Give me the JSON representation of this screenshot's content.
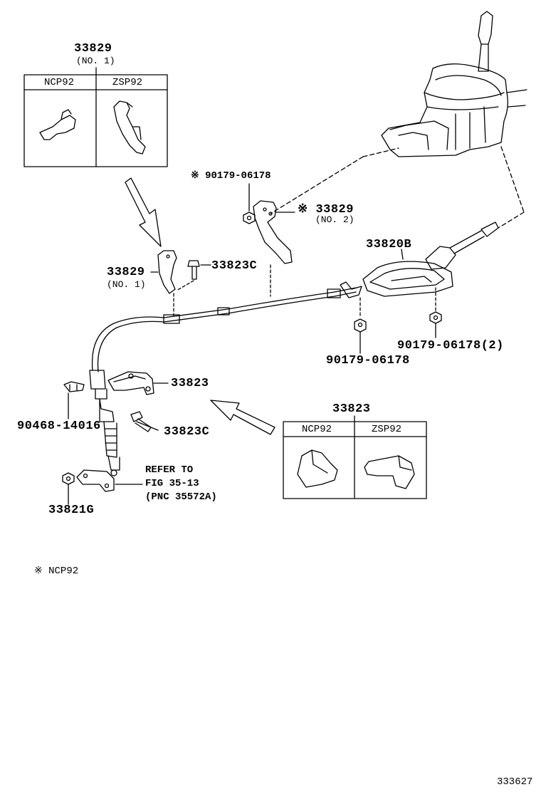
{
  "labels": {
    "top_bracket_part": "33829",
    "top_bracket_no": "(NO. 1)",
    "inset1_col_a": "NCP92",
    "inset1_col_b": "ZSP92",
    "nut_top_part": "※ 90179-06178",
    "bracket_no2_part": "※ 33829",
    "bracket_no2_no": "(NO. 2)",
    "cable_part": "33820B",
    "bracket_mid_part": "33829",
    "bracket_mid_no": "(NO. 1)",
    "bolt_top_part": "33823C",
    "nut_lower_part": "90179-06178",
    "nut_right_part": "90179-06178(2)",
    "retainer_part": "33823",
    "clip_part": "90468-14016",
    "bolt_lower_part": "33823C",
    "inset2_part": "33823",
    "inset2_col_a": "NCP92",
    "inset2_col_b": "ZSP92",
    "refer_line1": "REFER TO",
    "refer_line2": "FIG 35-13",
    "refer_line3": "(PNC 35572A)",
    "nut_bottom_part": "33821G",
    "footnote": "※ NCP92",
    "figure_number": "333627"
  },
  "colors": {
    "ink": "#000000",
    "background": "#ffffff"
  }
}
